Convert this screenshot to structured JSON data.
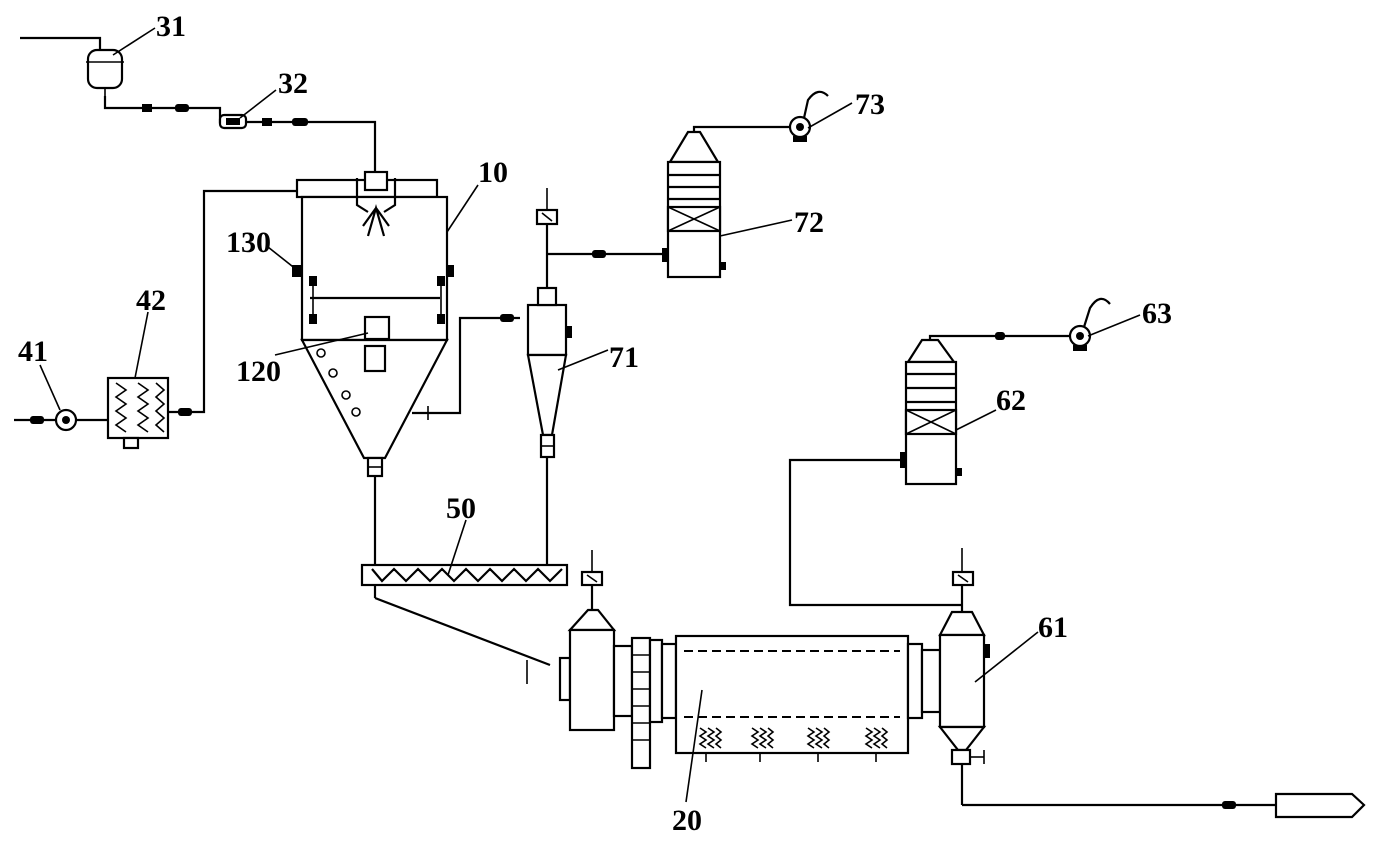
{
  "labels": {
    "spray_dryer": "10",
    "rotary_kiln": "20",
    "feed_tank": "31",
    "feed_pump": "32",
    "air_blower": "41",
    "air_heater": "42",
    "screw_conveyor": "50",
    "discharge_chamber": "61",
    "scrubber_kiln": "62",
    "fan_kiln": "63",
    "cyclone": "71",
    "scrubber_dryer": "72",
    "fan_dryer": "73",
    "atomizer": "120",
    "dryer_port": "130"
  }
}
